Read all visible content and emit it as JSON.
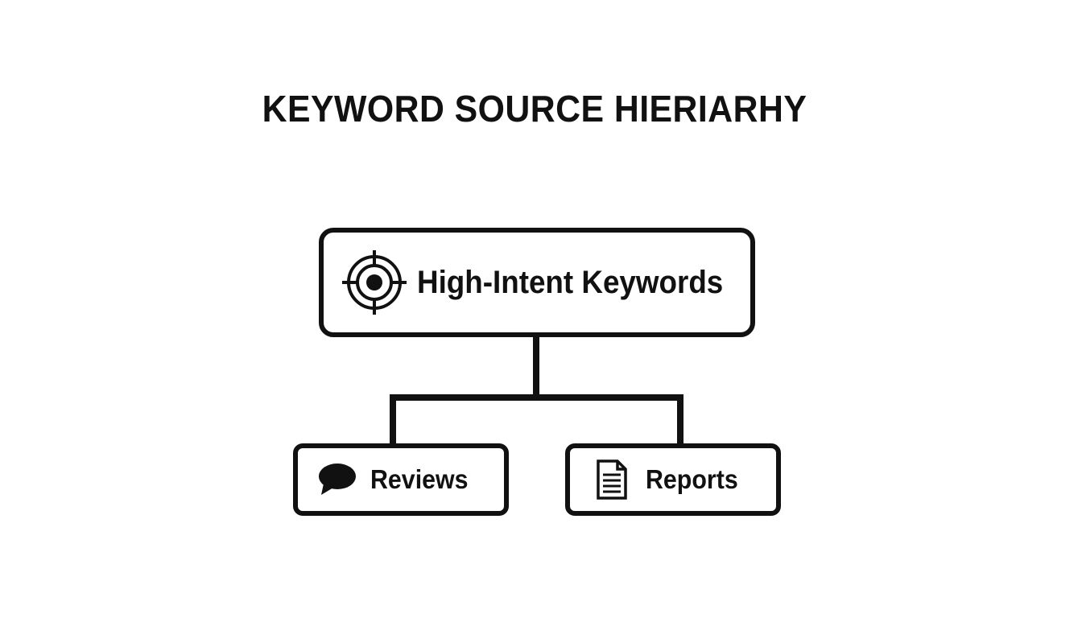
{
  "diagram": {
    "title": "KEYWORD SOURCE HIERIARHY",
    "root": {
      "label": "High-Intent Keywords",
      "icon": "target-icon"
    },
    "children": [
      {
        "label": "Reviews",
        "icon": "speech-bubble-icon"
      },
      {
        "label": "Reports",
        "icon": "document-icon"
      }
    ],
    "colors": {
      "stroke": "#111111",
      "background": "#ffffff"
    }
  }
}
